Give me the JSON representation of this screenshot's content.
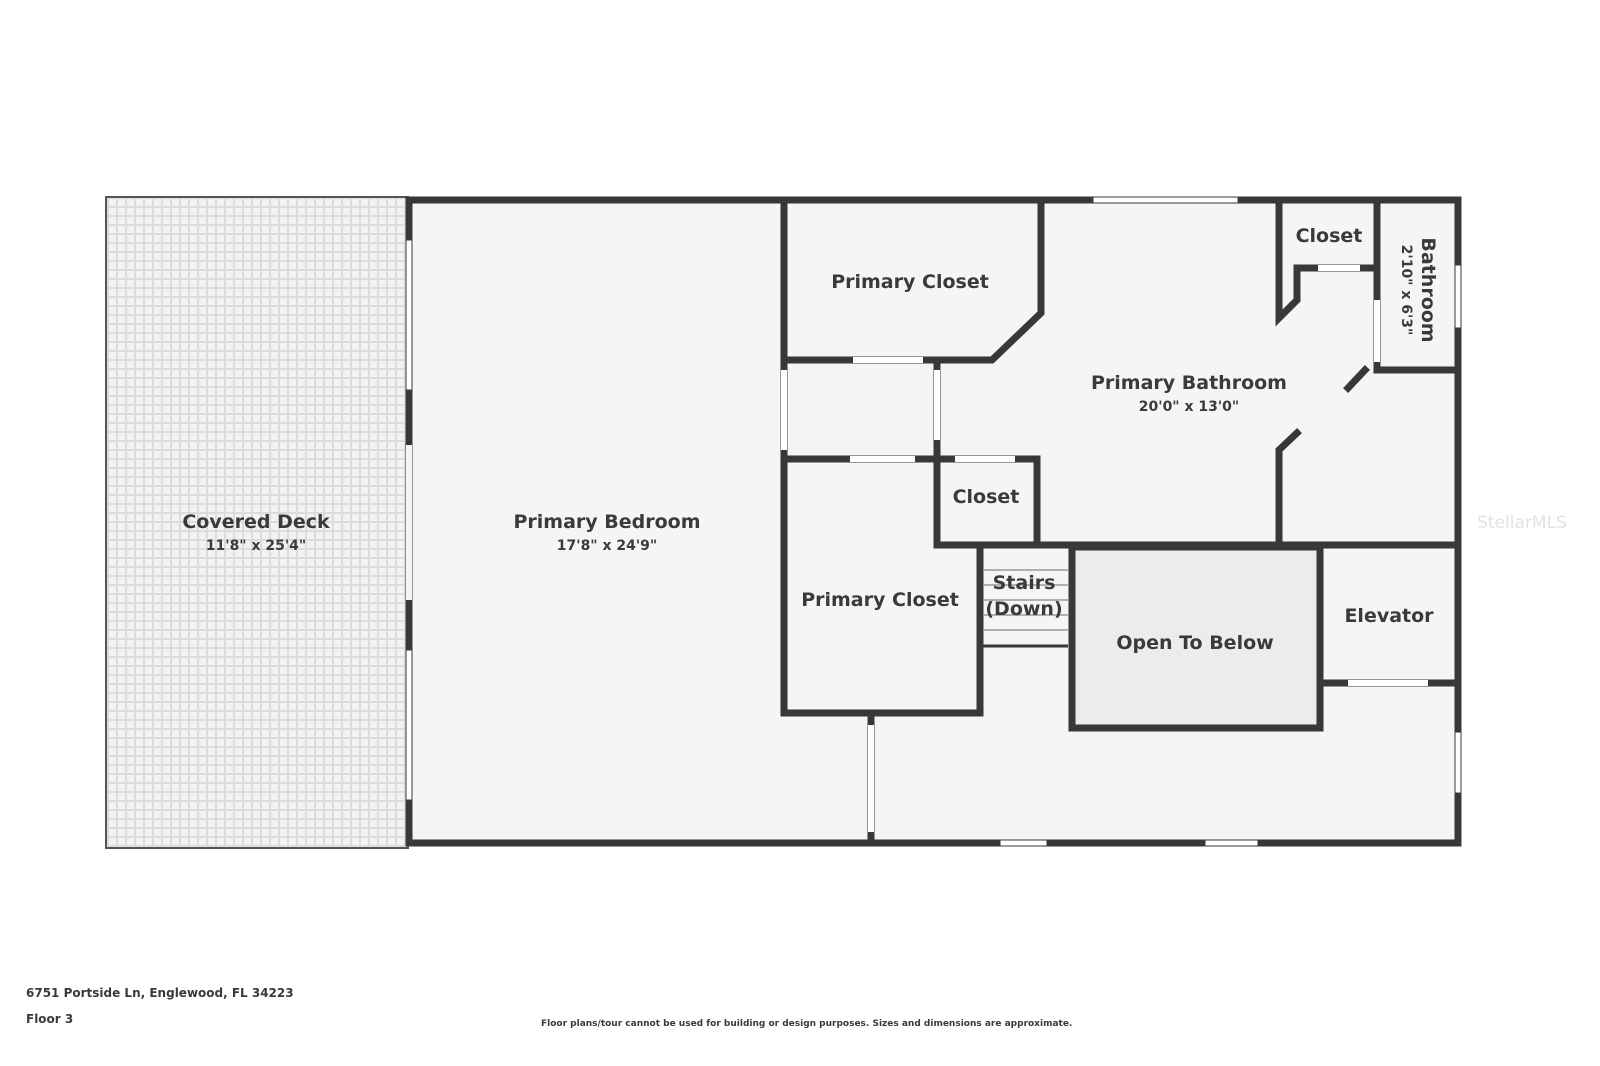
{
  "rooms": {
    "covered_deck": {
      "name": "Covered Deck",
      "dims": "11'8\" x 25'4\""
    },
    "primary_bedroom": {
      "name": "Primary Bedroom",
      "dims": "17'8\" x 24'9\""
    },
    "primary_closet_upper": {
      "name": "Primary Closet"
    },
    "primary_closet_lower": {
      "name": "Primary Closet"
    },
    "primary_bathroom": {
      "name": "Primary Bathroom",
      "dims": "20'0\" x 13'0\""
    },
    "closet_upper": {
      "name": "Closet"
    },
    "closet_small": {
      "name": "Closet"
    },
    "bathroom": {
      "name": "Bathroom",
      "dims": "2'10\" x 6'3\""
    },
    "stairs": {
      "line1": "Stairs",
      "line2": "(Down)"
    },
    "open_to_below": {
      "name": "Open To Below"
    },
    "elevator": {
      "name": "Elevator"
    }
  },
  "footer": {
    "address": "6751 Portside Ln, Englewood, FL 34223",
    "floor": "Floor 3",
    "disclaimer": "Floor plans/tour cannot be used for building or design purposes. Sizes and dimensions are approximate."
  },
  "watermark": "StellarMLS",
  "colors": {
    "wall": "#383838",
    "floor": "#f5f5f5",
    "open_to_below": "#ececec",
    "text": "#3a3a3a"
  }
}
